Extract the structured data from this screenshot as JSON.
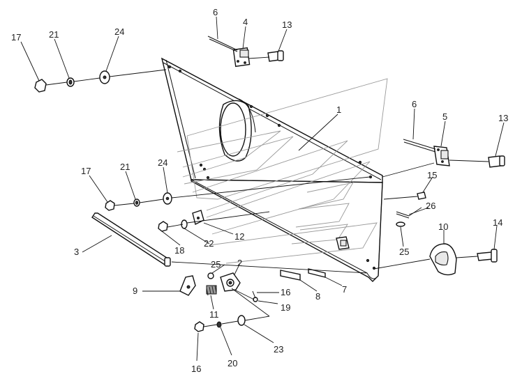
{
  "diagram": {
    "labels": [
      {
        "id": "p17a",
        "text": "17"
      },
      {
        "id": "p21a",
        "text": "21"
      },
      {
        "id": "p24a",
        "text": "24"
      },
      {
        "id": "p6a",
        "text": "6"
      },
      {
        "id": "p4",
        "text": "4"
      },
      {
        "id": "p13a",
        "text": "13"
      },
      {
        "id": "p1",
        "text": "1"
      },
      {
        "id": "p6b",
        "text": "6"
      },
      {
        "id": "p5",
        "text": "5"
      },
      {
        "id": "p13b",
        "text": "13"
      },
      {
        "id": "p17b",
        "text": "17"
      },
      {
        "id": "p21b",
        "text": "21"
      },
      {
        "id": "p24b",
        "text": "24"
      },
      {
        "id": "p15",
        "text": "15"
      },
      {
        "id": "p26",
        "text": "26"
      },
      {
        "id": "p10",
        "text": "10"
      },
      {
        "id": "p14",
        "text": "14"
      },
      {
        "id": "p3",
        "text": "3"
      },
      {
        "id": "p12",
        "text": "12"
      },
      {
        "id": "p18",
        "text": "18"
      },
      {
        "id": "p22",
        "text": "22"
      },
      {
        "id": "p25a",
        "text": "25"
      },
      {
        "id": "p25b",
        "text": "25"
      },
      {
        "id": "p2",
        "text": "2"
      },
      {
        "id": "p9",
        "text": "9"
      },
      {
        "id": "p16a",
        "text": "16"
      },
      {
        "id": "p8",
        "text": "8"
      },
      {
        "id": "p7",
        "text": "7"
      },
      {
        "id": "p19",
        "text": "19"
      },
      {
        "id": "p11",
        "text": "11"
      },
      {
        "id": "p23",
        "text": "23"
      },
      {
        "id": "p16b",
        "text": "16"
      },
      {
        "id": "p20",
        "text": "20"
      }
    ]
  }
}
